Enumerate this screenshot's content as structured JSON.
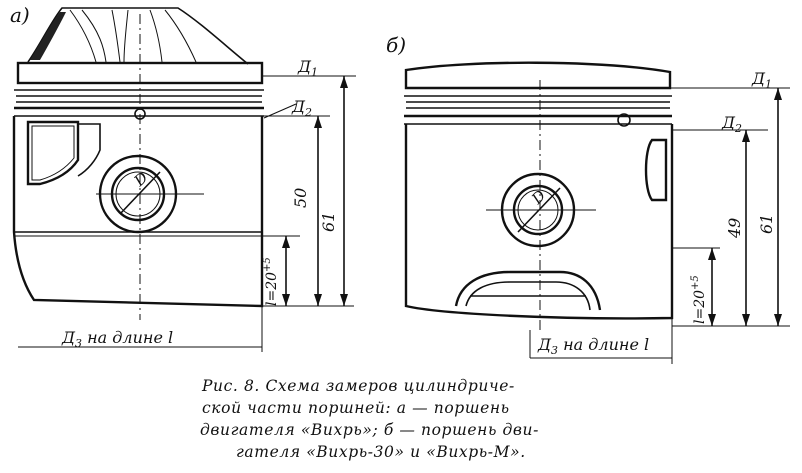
{
  "figure_a": {
    "panel_label": "а)",
    "d1": "Д",
    "d1_sub": "1",
    "d2": "Д",
    "d2_sub": "2",
    "d_inner": "D",
    "dim_50": "50",
    "dim_61": "61",
    "dim_l": "l=20",
    "dim_l_sup": "+5",
    "d3": "Д",
    "d3_sub": "3",
    "d3_text": " на длине l"
  },
  "figure_b": {
    "panel_label": "б)",
    "d1": "Д",
    "d1_sub": "1",
    "d2": "Д",
    "d2_sub": "2",
    "d_inner": "D",
    "dim_49": "49",
    "dim_61": "61",
    "dim_l": "l=20",
    "dim_l_sup": "+5",
    "d3": "Д",
    "d3_sub": "3",
    "d3_text": " на длине l"
  },
  "caption": {
    "line1": "Рис. 8. Схема замеров цилиндриче-",
    "line2": "ской части поршней: а — поршень",
    "line3": "двигателя «Вихрь»; б — поршень дви-",
    "line4": "гателя «Вихрь-30» и «Вихрь-М»."
  }
}
